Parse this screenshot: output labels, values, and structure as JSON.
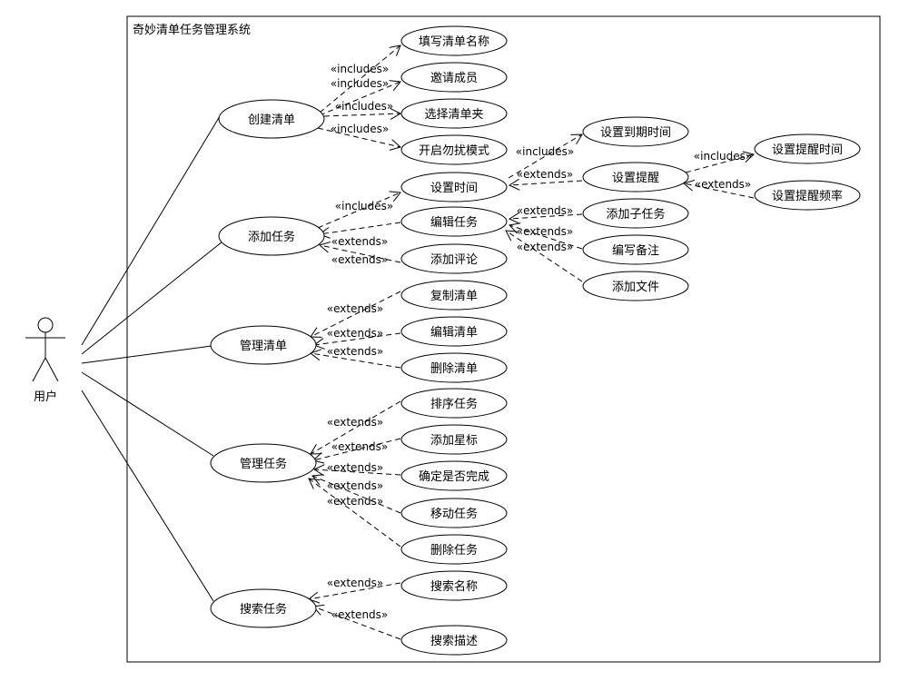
{
  "system": {
    "title": "奇妙清单任务管理系统"
  },
  "actor": {
    "name": "用户"
  },
  "use_cases": {
    "create_list": "创建清单",
    "add_task": "添加任务",
    "manage_list": "管理清单",
    "manage_task": "管理任务",
    "search_task": "搜索任务",
    "fill_list_name": "填写清单名称",
    "invite_members": "邀请成员",
    "choose_folder": "选择清单夹",
    "dnd_mode": "开启勿扰模式",
    "set_time": "设置时间",
    "edit_task": "编辑任务",
    "add_comment": "添加评论",
    "set_due": "设置到期时间",
    "set_reminder": "设置提醒",
    "set_reminder_time": "设置提醒时间",
    "set_reminder_freq": "设置提醒频率",
    "add_subtask": "添加子任务",
    "write_note": "编写备注",
    "add_file": "添加文件",
    "copy_list": "复制清单",
    "edit_list": "编辑清单",
    "delete_list": "删除清单",
    "sort_task": "排序任务",
    "add_star": "添加星标",
    "confirm_done": "确定是否完成",
    "move_task": "移动任务",
    "delete_task": "删除任务",
    "search_name": "搜索名称",
    "search_desc": "搜索描述"
  },
  "stereotypes": {
    "includes": "«includes»",
    "extends": "«extends»"
  }
}
